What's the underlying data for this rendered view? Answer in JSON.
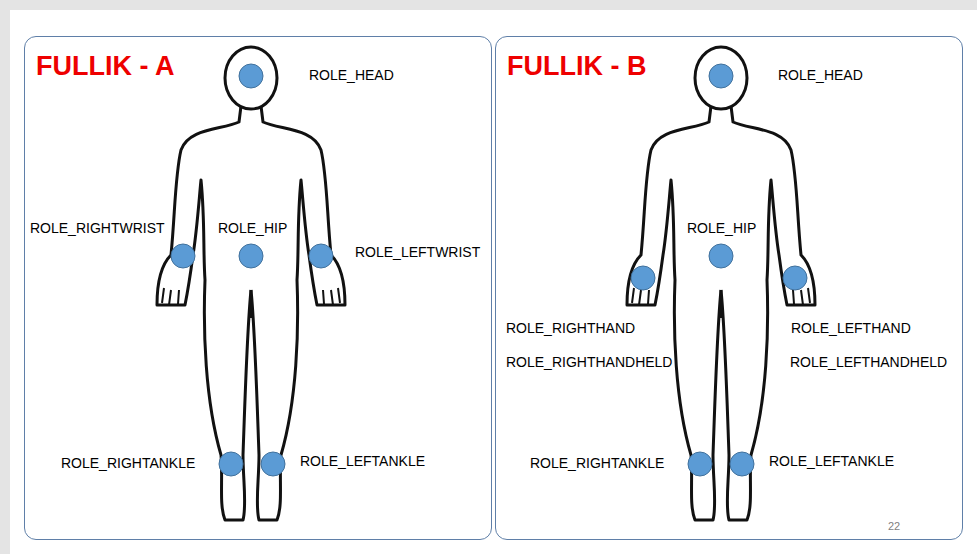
{
  "diagram": {
    "nodes": [
      {
        "text": [
          "FULLIK - A"
        ]
      },
      {
        "text": [
          "FULLIK - B"
        ]
      }
    ],
    "labels": [
      "ROLE_HEAD",
      "ROLE_RIGHTWRIST",
      "ROLE_HIP",
      "ROLE_LEFTWRIST",
      "ROLE_RIGHTANKLE",
      "ROLE_LEFTANKLE",
      "ROLE_HEAD",
      "ROLE_HIP",
      "ROLE_RIGHTHAND",
      "ROLE_LEFTHAND",
      "ROLE_RIGHTHANDHELD",
      "ROLE_LEFTHANDHELD",
      "ROLE_RIGHTANKLE",
      "ROLE_LEFTANKLE",
      "22"
    ]
  }
}
